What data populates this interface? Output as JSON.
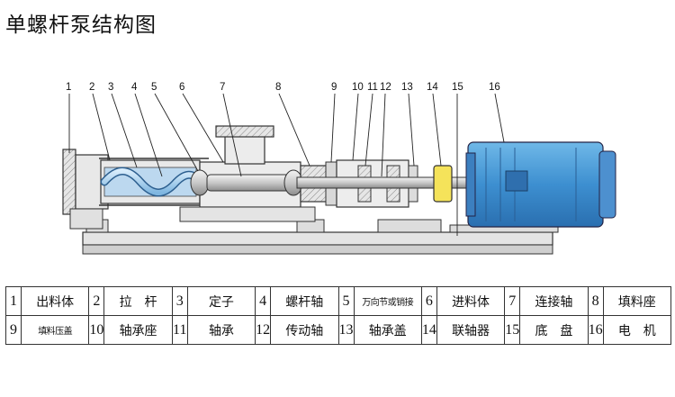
{
  "title": "单螺杆泵结构图",
  "callouts": [
    "1",
    "2",
    "3",
    "4",
    "5",
    "6",
    "7",
    "8",
    "9",
    "10",
    "11",
    "12",
    "13",
    "14",
    "15",
    "16"
  ],
  "legend": [
    [
      {
        "num": "1",
        "name": "出料体"
      },
      {
        "num": "2",
        "name": "拉　杆"
      },
      {
        "num": "3",
        "name": "定子"
      },
      {
        "num": "4",
        "name": "螺杆轴"
      },
      {
        "num": "5",
        "name": "万向节或销接"
      },
      {
        "num": "6",
        "name": "进料体"
      },
      {
        "num": "7",
        "name": "连接轴"
      },
      {
        "num": "8",
        "name": "填料座"
      }
    ],
    [
      {
        "num": "9",
        "name": "填料压盖"
      },
      {
        "num": "10",
        "name": "轴承座"
      },
      {
        "num": "11",
        "name": "轴承"
      },
      {
        "num": "12",
        "name": "传动轴"
      },
      {
        "num": "13",
        "name": "轴承盖"
      },
      {
        "num": "14",
        "name": "联轴器"
      },
      {
        "num": "15",
        "name": "底　盘"
      },
      {
        "num": "16",
        "name": "电　机"
      }
    ]
  ]
}
